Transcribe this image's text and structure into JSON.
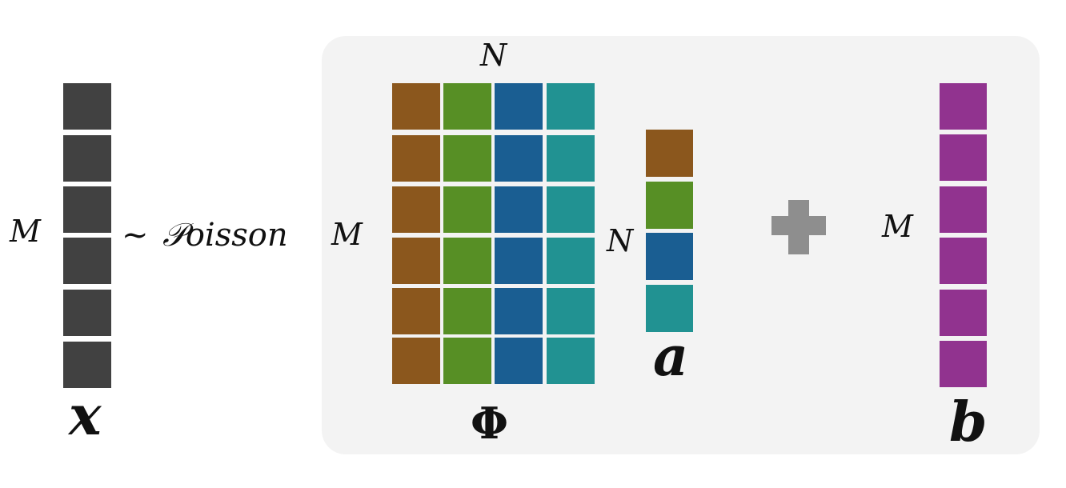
{
  "labels": {
    "x_symbol": "x",
    "x_dim": "M",
    "tilde": "~",
    "poisson": "𝒫oisson",
    "phi_dim_cols": "N",
    "phi_dim_rows": "M",
    "phi_symbol": "Φ",
    "a_dim": "N",
    "a_symbol": "a",
    "b_dim": "M",
    "b_symbol": "b"
  },
  "colors": {
    "x_cell": "#414141",
    "phi_columns": [
      "#8b571d",
      "#578f25",
      "#1a5e92",
      "#219292"
    ],
    "a_cells": [
      "#8b571d",
      "#578f25",
      "#1a5e92",
      "#219292"
    ],
    "b_cell": "#91338f",
    "panel_background": "#f3f3f3",
    "plus": "#8e8e8e"
  },
  "icons": {
    "operator": "plus-icon"
  }
}
